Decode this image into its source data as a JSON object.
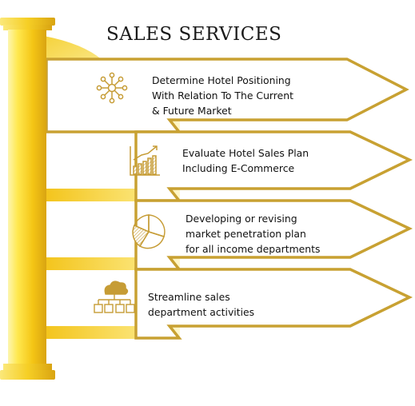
{
  "title": "SALES SERVICES",
  "colors": {
    "gold_dark": "#c9a227",
    "gold_mid": "#f2c81a",
    "gold_light": "#fbe97a",
    "border": "#c8a132",
    "icon": "#c69c35"
  },
  "services": [
    {
      "text": "Determine Hotel Positioning\nWith Relation To The Current\n& Future Market",
      "icon": "network-hub-icon"
    },
    {
      "text": "Evaluate Hotel Sales Plan\nIncluding E-Commerce",
      "icon": "growth-bar-chart-icon"
    },
    {
      "text": "Developing or revising\nmarket penetration plan\nfor all income departments",
      "icon": "pie-chart-icon"
    },
    {
      "text": "Streamline sales\ndepartment activities",
      "icon": "cloud-hierarchy-icon"
    }
  ]
}
